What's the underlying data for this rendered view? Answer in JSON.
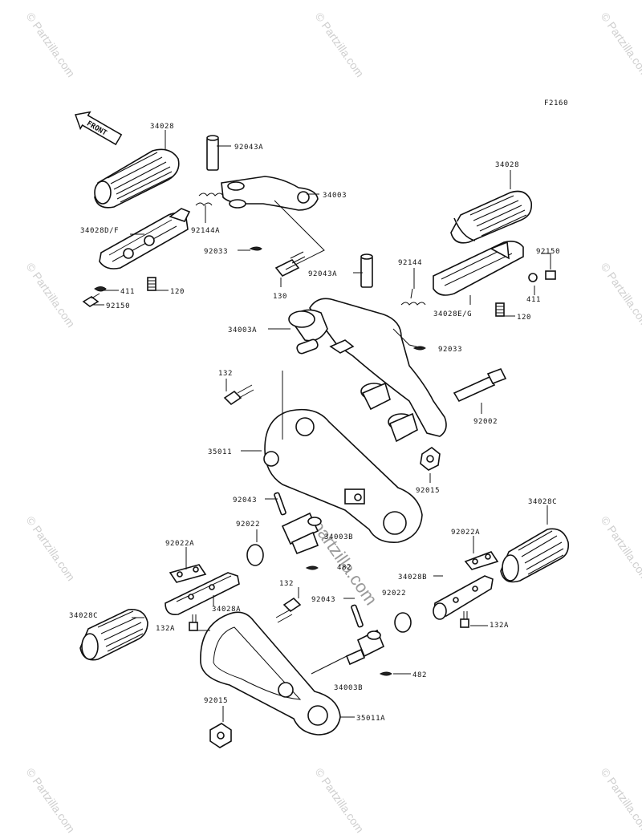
{
  "diagram": {
    "figure_code": "F2160",
    "front_arrow_label": "FRONT",
    "watermark_text": "© Partzilla.com",
    "center_watermark": "partzilla.com",
    "labels": [
      {
        "id": "l34028a",
        "text": "34028"
      },
      {
        "id": "l92043A_top",
        "text": "92043A"
      },
      {
        "id": "l34003",
        "text": "34003"
      },
      {
        "id": "l92144A",
        "text": "92144A"
      },
      {
        "id": "l34028DF",
        "text": "34028D/F"
      },
      {
        "id": "l92033_top",
        "text": "92033"
      },
      {
        "id": "l130",
        "text": "130"
      },
      {
        "id": "l411_left",
        "text": "411"
      },
      {
        "id": "l120_left",
        "text": "120"
      },
      {
        "id": "l92150_left",
        "text": "92150"
      },
      {
        "id": "l34028b",
        "text": "34028"
      },
      {
        "id": "l92150_right",
        "text": "92150"
      },
      {
        "id": "l92144",
        "text": "92144"
      },
      {
        "id": "l92043A_mid",
        "text": "92043A"
      },
      {
        "id": "l411_right",
        "text": "411"
      },
      {
        "id": "l34028EG",
        "text": "34028E/G"
      },
      {
        "id": "l120_right",
        "text": "120"
      },
      {
        "id": "l34003A",
        "text": "34003A"
      },
      {
        "id": "l92033_mid",
        "text": "92033"
      },
      {
        "id": "l132_top",
        "text": "132"
      },
      {
        "id": "l92002",
        "text": "92002"
      },
      {
        "id": "l35011",
        "text": "35011"
      },
      {
        "id": "l92015_right",
        "text": "92015"
      },
      {
        "id": "l92043_left",
        "text": "92043"
      },
      {
        "id": "l34028C_right",
        "text": "34028C"
      },
      {
        "id": "l92022_left",
        "text": "92022"
      },
      {
        "id": "l34003B_top",
        "text": "34003B"
      },
      {
        "id": "l92022A_left",
        "text": "92022A"
      },
      {
        "id": "l92022A_right",
        "text": "92022A"
      },
      {
        "id": "l482_top",
        "text": "482"
      },
      {
        "id": "l34028B",
        "text": "34028B"
      },
      {
        "id": "l34028A",
        "text": "34028A"
      },
      {
        "id": "l132_mid",
        "text": "132"
      },
      {
        "id": "l92022_right",
        "text": "92022"
      },
      {
        "id": "l34028C_left",
        "text": "34028C"
      },
      {
        "id": "l92043_mid",
        "text": "92043"
      },
      {
        "id": "l132A_left",
        "text": "132A"
      },
      {
        "id": "l132A_right",
        "text": "132A"
      },
      {
        "id": "l482_bottom",
        "text": "482"
      },
      {
        "id": "l34003B_bottom",
        "text": "34003B"
      },
      {
        "id": "l92015_left",
        "text": "92015"
      },
      {
        "id": "l35011A",
        "text": "35011A"
      }
    ]
  }
}
